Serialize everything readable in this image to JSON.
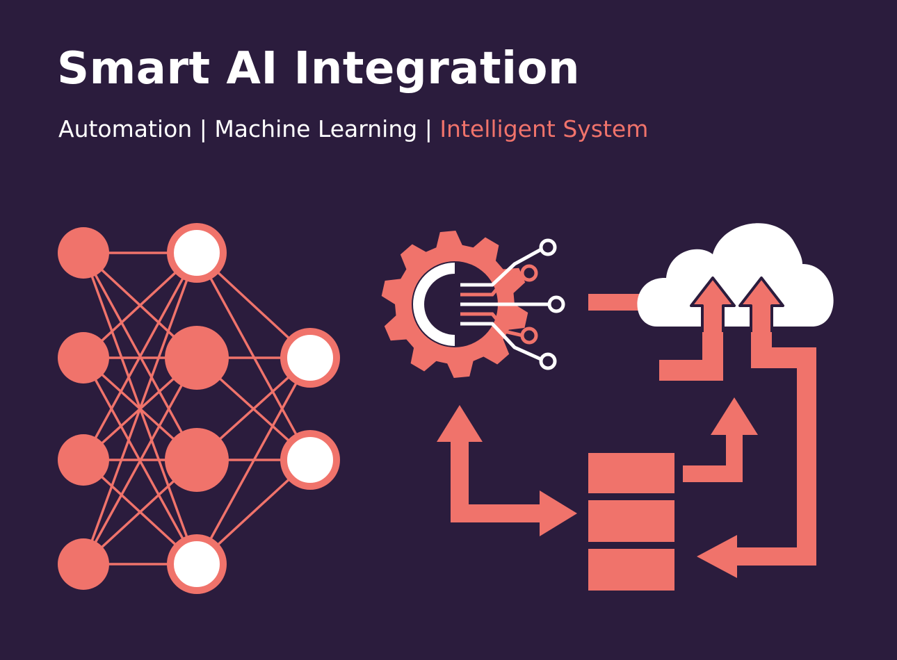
{
  "header": {
    "title": "Smart AI Integration",
    "subtitle_parts": {
      "part1": "Automation",
      "sep1": " | ",
      "part2": "Machine Learning",
      "sep2": " | ",
      "part3": "Intelligent System"
    }
  },
  "colors": {
    "background": "#2b1c3d",
    "accent": "#f0736b",
    "light": "#ffffff"
  },
  "icons": {
    "network": "neural-network-icon",
    "gear": "gear-circuit-icon",
    "cloud": "cloud-upload-icon",
    "database": "database-stack-icon"
  }
}
